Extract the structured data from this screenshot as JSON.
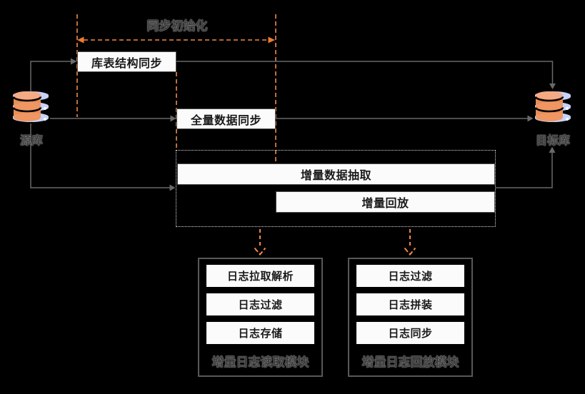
{
  "init_phase": {
    "label": "同步初始化"
  },
  "source_db": {
    "label": "源库"
  },
  "target_db": {
    "label": "目标库"
  },
  "flow": {
    "schema_sync": "库表结构同步",
    "full_sync": "全量数据同步",
    "incr_extract": "增量数据抽取",
    "incr_replay": "增量回放"
  },
  "modules": [
    {
      "title": "增量日志读取模块",
      "items": [
        "日志拉取解析",
        "日志过滤",
        "日志存储"
      ]
    },
    {
      "title": "增量日志回放模块",
      "items": [
        "日志过滤",
        "日志拼装",
        "日志同步"
      ]
    }
  ],
  "colors": {
    "background": "#000000",
    "accent_orange": "#ED7B2F",
    "connector_gray": "#696969",
    "box_background": "#fbfbfb",
    "box_text": "#1a1a1a",
    "dotted_container_border": "#dcdcdc"
  }
}
